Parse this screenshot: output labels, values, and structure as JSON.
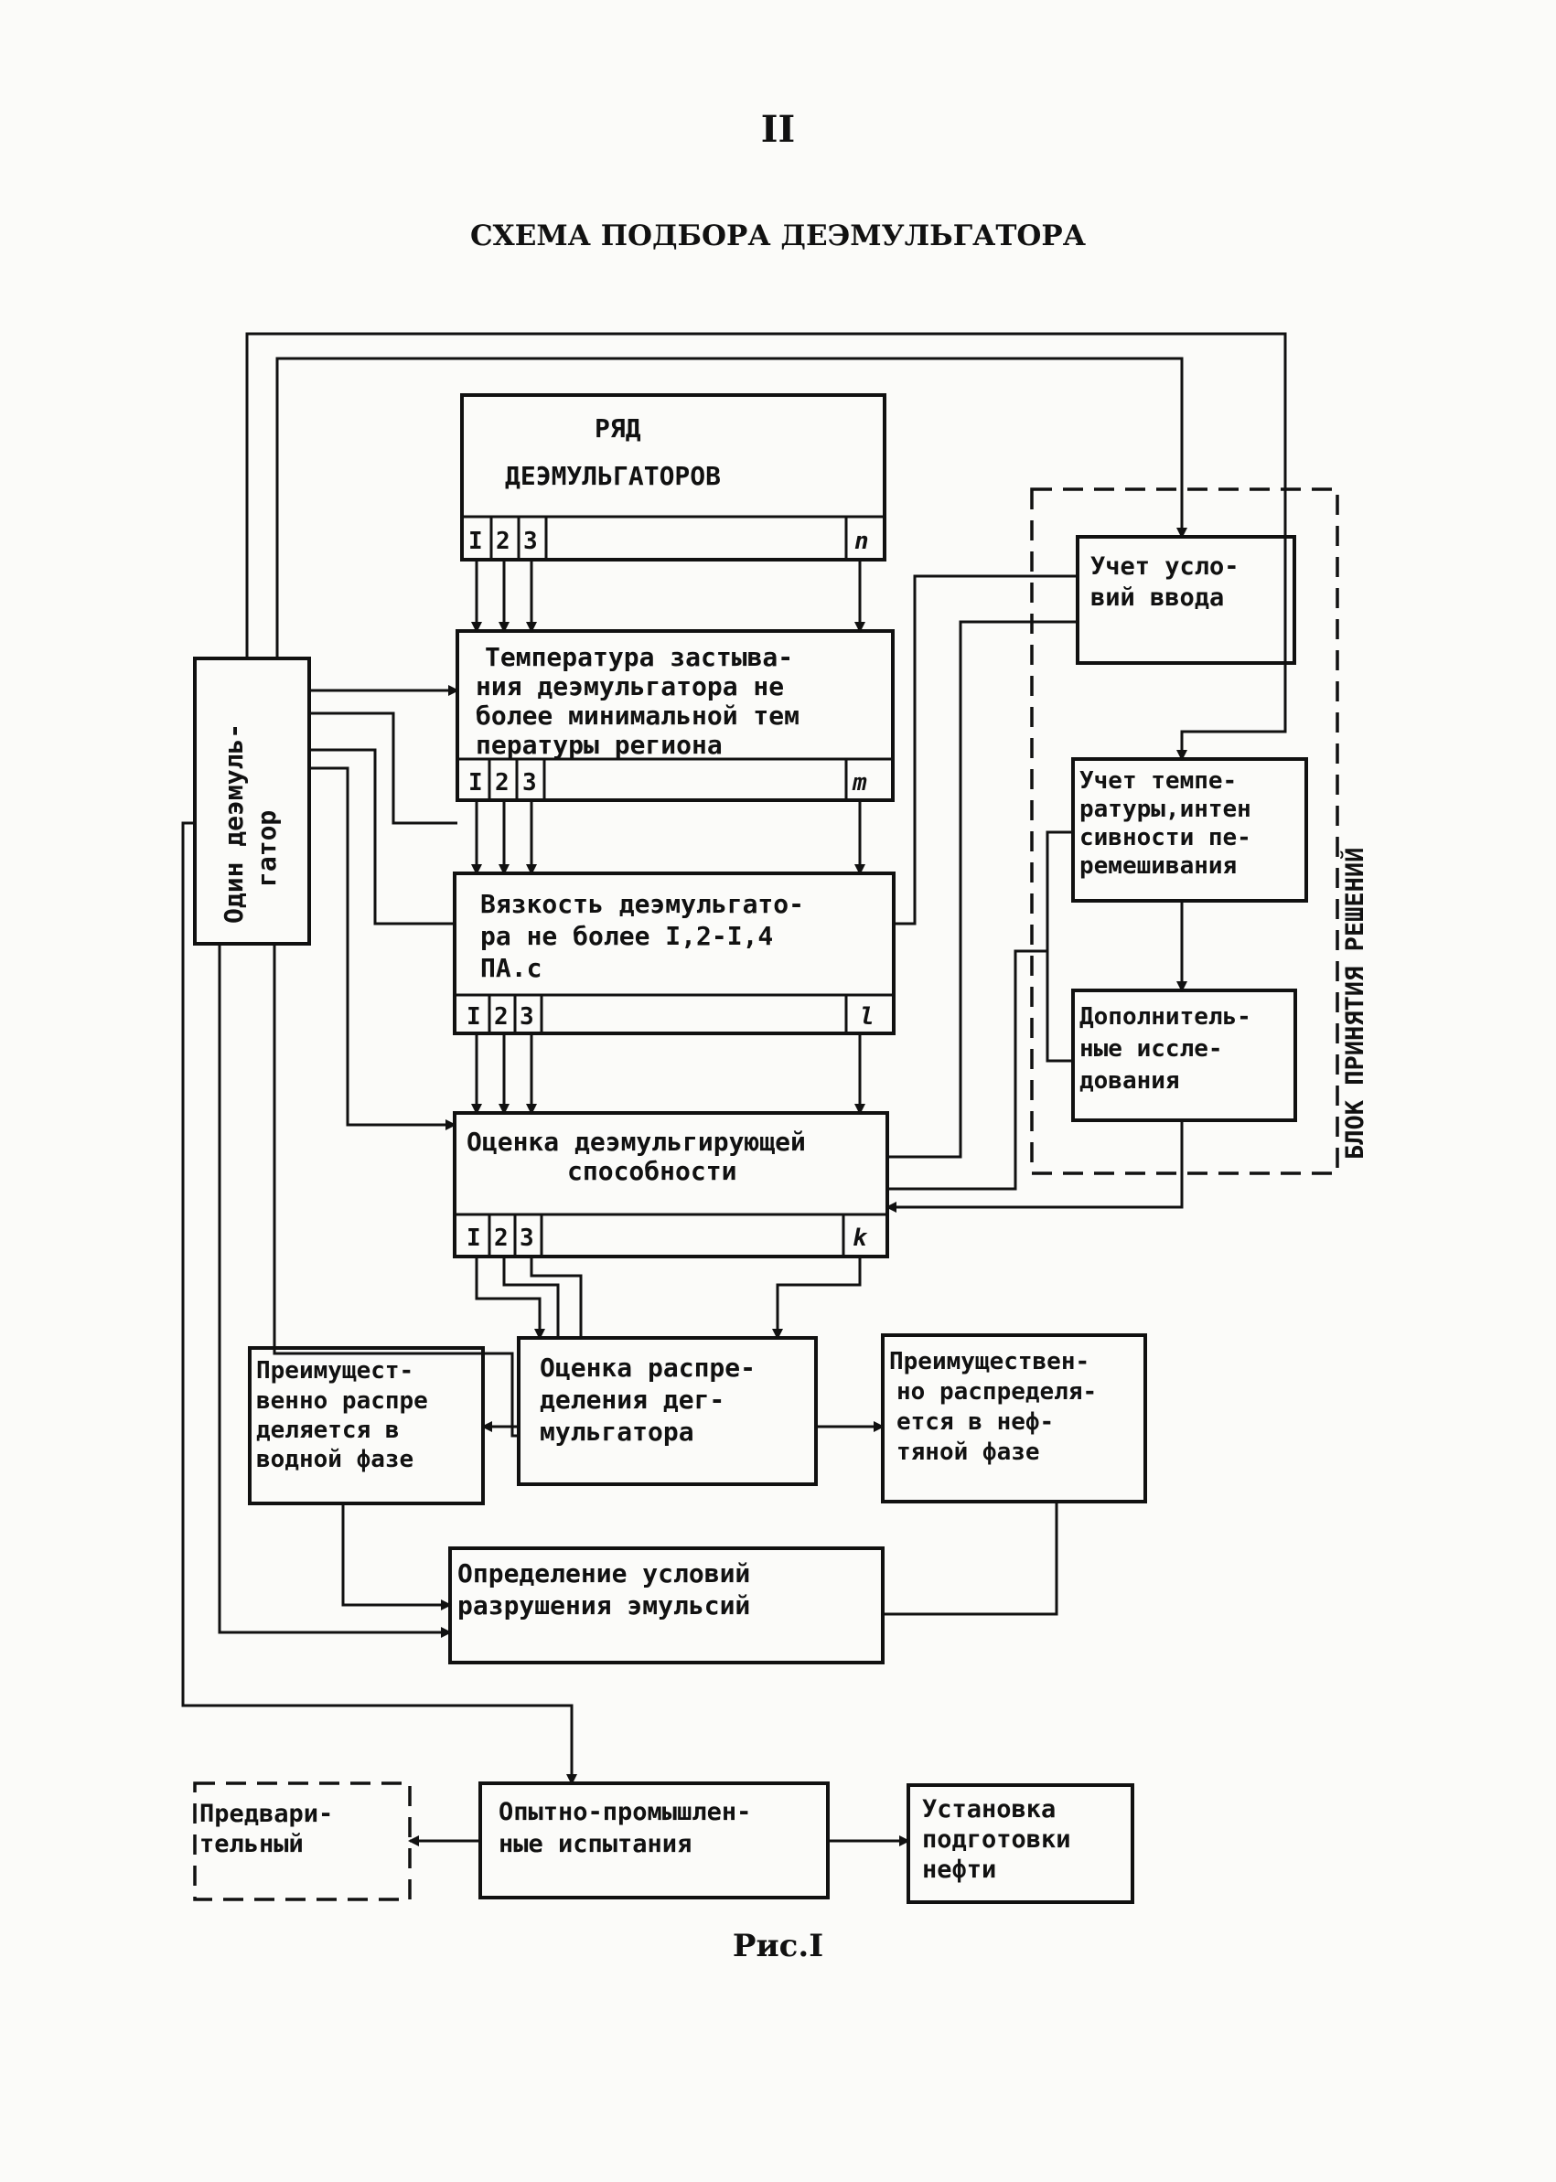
{
  "page_number": "II",
  "title": "СХЕМА ПОДБОРА ДЕЭМУЛЬГАТОРА",
  "figure_caption": "Рис.I",
  "boxes": {
    "series": [
      "РЯД",
      "ДЕЭМУЛЬГАТОРОВ"
    ],
    "one_demulsifier": [
      "Один деэмуль-",
      "гатор"
    ],
    "temperature": [
      "Температура застыва-",
      "ния деэмульгатора не",
      "более минимальной тем",
      "пературы региона"
    ],
    "viscosity": [
      "Вязкость деэмульгато-",
      "ра не более I,2-I,4",
      "ПА.с"
    ],
    "efficiency": [
      "Оценка деэмульгирующей",
      "способности"
    ],
    "distribution": [
      "Оценка распре-",
      "деления дег-",
      "мульгатора"
    ],
    "water_phase": [
      "Преимущест-",
      "венно распре",
      "деляется в",
      "водной фазе"
    ],
    "oil_phase": [
      "Преимуществен-",
      "но распределя-",
      "ется в неф-",
      "тяной фазе"
    ],
    "destruction": [
      "Определение условий",
      "разрушения эмульсий"
    ],
    "input_conditions": [
      "Учет усло-",
      "вий ввода"
    ],
    "temp_mixing": [
      "Учет темпе-",
      "ратуры,интен",
      "сивности пе-",
      "ремешивания"
    ],
    "additional": [
      "Дополнитель-",
      "ные иссле-",
      "дования"
    ],
    "pilot_tests": [
      "Опытно-промышлен-",
      "ные испытания"
    ],
    "preliminary": [
      "Предвари-",
      "тельный"
    ],
    "oil_prep": [
      "Установка",
      "подготовки",
      "нефти"
    ]
  },
  "cells": {
    "series": [
      "I",
      "2",
      "3",
      "n"
    ],
    "temperature": [
      "I",
      "2",
      "3",
      "m"
    ],
    "viscosity": [
      "I",
      "2",
      "3",
      "l"
    ],
    "efficiency": [
      "I",
      "2",
      "3",
      "k"
    ]
  },
  "decision_block_label": "БЛОК ПРИНЯТИЯ РЕШЕНИЙ"
}
